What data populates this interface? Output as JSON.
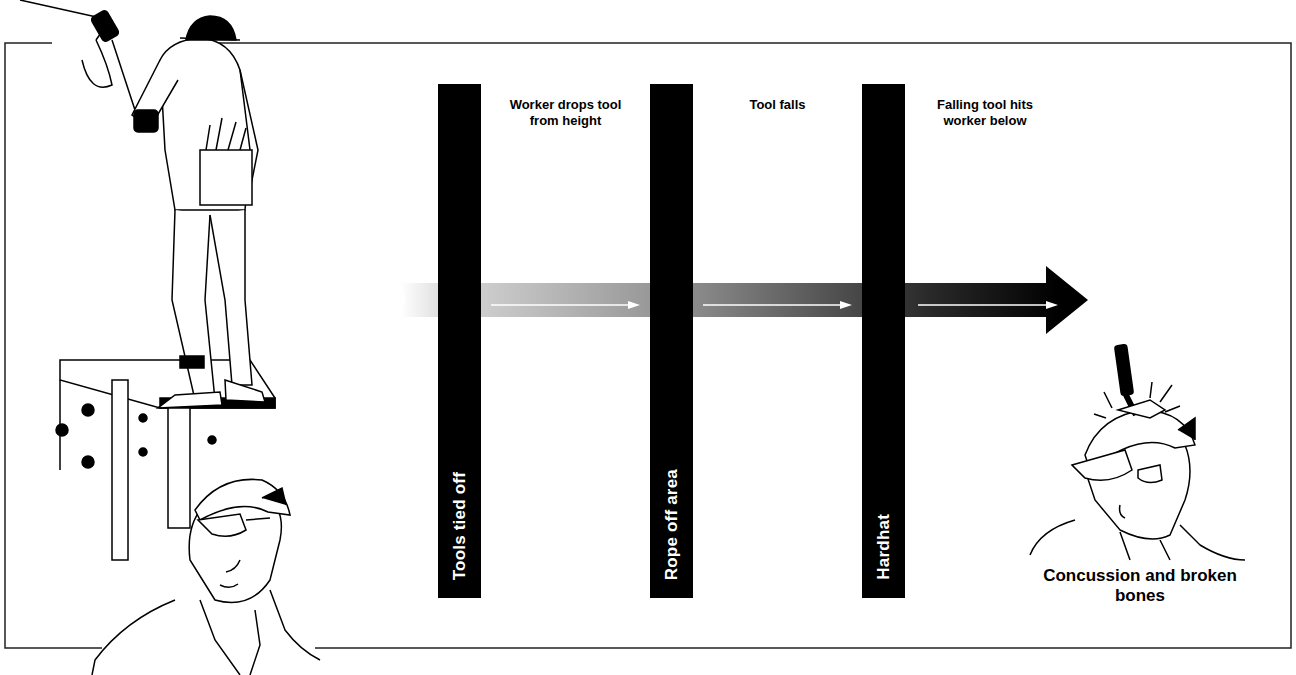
{
  "diagram": {
    "nodes": [
      {
        "text": [
          "Tools tied off"
        ]
      },
      {
        "text": [
          "Rope off area"
        ]
      },
      {
        "text": [
          "Hardhat"
        ]
      }
    ],
    "edges": [
      {
        "from": 0,
        "to": 1,
        "arrow": "to",
        "label": "Worker drops tool from height"
      },
      {
        "from": 1,
        "to": 2,
        "arrow": "to",
        "label": "Tool falls"
      }
    ],
    "labels": [
      "Falling tool hits worker below",
      "Concussion and broken bones"
    ]
  }
}
